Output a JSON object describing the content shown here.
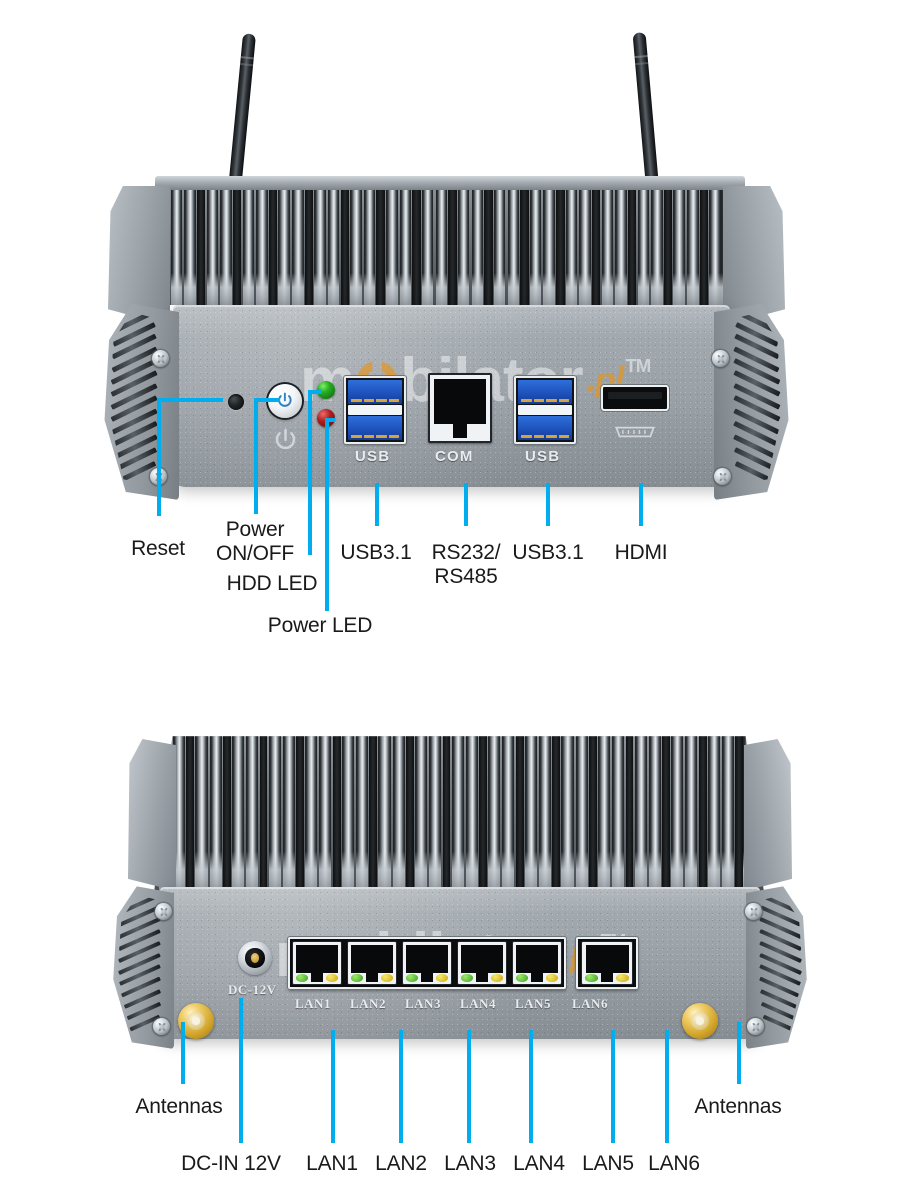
{
  "diagram": {
    "title": "Fanless mini PC port layout",
    "accent_color": "#00AEEF",
    "label_color": "#1a1a1a",
    "watermark": {
      "brand": "mobilator",
      "domain": ".pl",
      "trademark": "TM"
    }
  },
  "front_view": {
    "silkscreen": [
      {
        "text": "USB",
        "name": "silk-usb-left"
      },
      {
        "text": "COM",
        "name": "silk-com"
      },
      {
        "text": "USB",
        "name": "silk-usb-right"
      }
    ],
    "callouts": [
      {
        "label": "Reset",
        "name": "callout-reset"
      },
      {
        "label": "Power\nON/OFF",
        "name": "callout-power-onoff"
      },
      {
        "label": "HDD LED",
        "name": "callout-hdd-led"
      },
      {
        "label": "Power LED",
        "name": "callout-power-led"
      },
      {
        "label": "USB3.1",
        "name": "callout-usb31-left"
      },
      {
        "label": "RS232/\nRS485",
        "name": "callout-rs232-rs485"
      },
      {
        "label": "USB3.1",
        "name": "callout-usb31-right"
      },
      {
        "label": "HDMI",
        "name": "callout-hdmi"
      }
    ]
  },
  "rear_view": {
    "silkscreen": [
      {
        "text": "DC-12V",
        "name": "silk-dc-12v"
      },
      {
        "text": "LAN1",
        "name": "silk-lan1"
      },
      {
        "text": "LAN2",
        "name": "silk-lan2"
      },
      {
        "text": "LAN3",
        "name": "silk-lan3"
      },
      {
        "text": "LAN4",
        "name": "silk-lan4"
      },
      {
        "text": "LAN5",
        "name": "silk-lan5"
      },
      {
        "text": "LAN6",
        "name": "silk-lan6"
      }
    ],
    "callouts": [
      {
        "label": "Antennas",
        "name": "callout-antennas-left"
      },
      {
        "label": "DC-IN 12V",
        "name": "callout-dc-in-12v"
      },
      {
        "label": "LAN1",
        "name": "callout-lan1"
      },
      {
        "label": "LAN2",
        "name": "callout-lan2"
      },
      {
        "label": "LAN3",
        "name": "callout-lan3"
      },
      {
        "label": "LAN4",
        "name": "callout-lan4"
      },
      {
        "label": "LAN5",
        "name": "callout-lan5"
      },
      {
        "label": "LAN6",
        "name": "callout-lan6"
      },
      {
        "label": "Antennas",
        "name": "callout-antennas-right"
      }
    ]
  }
}
